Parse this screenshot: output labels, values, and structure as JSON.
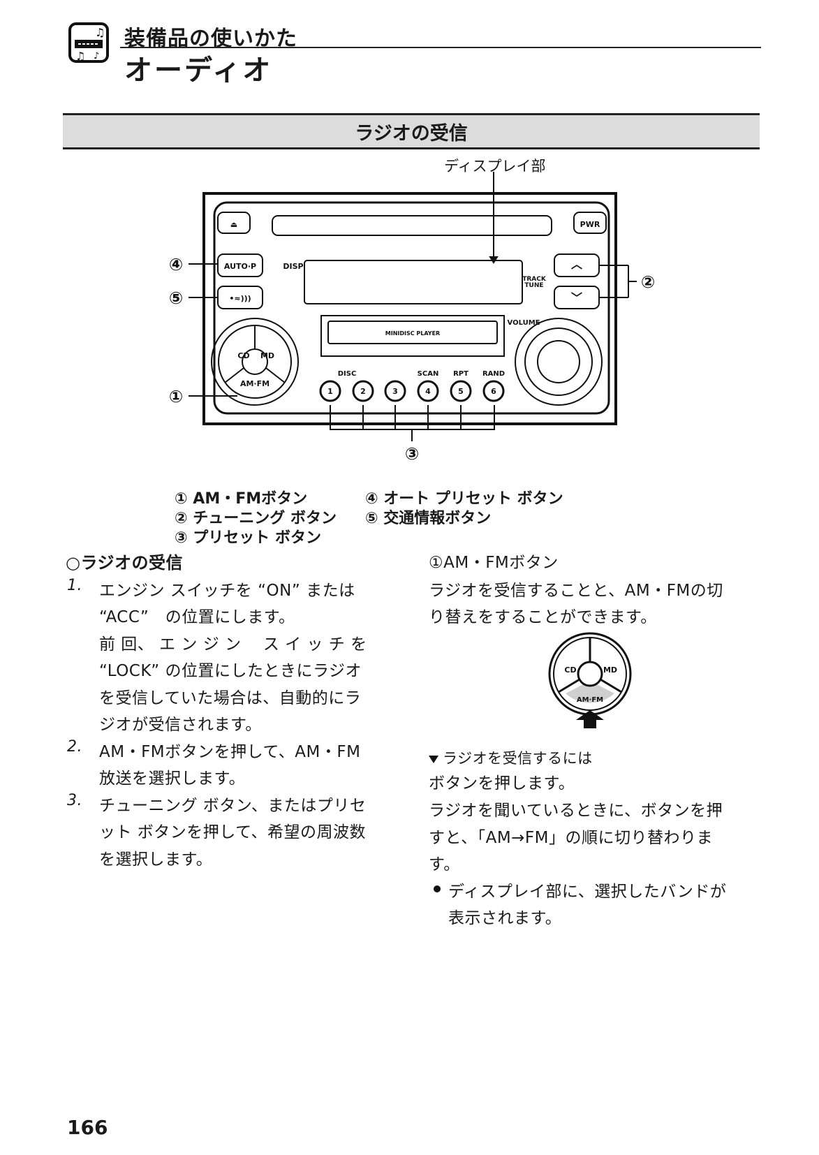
{
  "header": {
    "category": "装備品の使いかた",
    "title": "オーディオ",
    "icon": "audio-music-icon"
  },
  "section_title": "ラジオの受信",
  "diagram": {
    "display_label": "ディスプレイ部",
    "buttons": {
      "eject": "⏏",
      "pwr": "PWR",
      "auto_p": "AUTO·P",
      "traffic": "•≈)))",
      "disp": "DISP",
      "track_tune": [
        "TRACK",
        "TUNE"
      ],
      "volume": "VOLUME",
      "cd": "CD",
      "md": "MD",
      "am_fm": "AM·FM",
      "minidisc": "MINIDISC PLAYER",
      "disc": "DISC",
      "scan": "SCAN",
      "rpt": "RPT",
      "rand": "RAND",
      "presets": [
        "1",
        "2",
        "3",
        "4",
        "5",
        "6"
      ]
    },
    "callouts": [
      "①",
      "②",
      "③",
      "④",
      "⑤"
    ]
  },
  "legend": [
    "① AM・FMボタン",
    "② チューニング ボタン",
    "③ プリセット ボタン",
    "④ オート プリセット ボタン",
    "⑤ 交通情報ボタン"
  ],
  "left": {
    "heading": "○ラジオの受信",
    "steps": [
      {
        "num": "1.",
        "lines": [
          "エンジン スイッチを “ON” または",
          "“ACC”　の位置にします。",
          "前 回、 エ ン ジ ン　 ス イ ッ チ を",
          "“LOCK” の位置にしたときにラジオ",
          "を受信していた場合は、自動的にラ",
          "ジオが受信されます。"
        ]
      },
      {
        "num": "2.",
        "lines": [
          "AM・FMボタンを押して、AM・FM",
          "放送を選択します。"
        ]
      },
      {
        "num": "3.",
        "lines": [
          "チューニング ボタン、またはプリセ",
          "ット ボタンを押して、希望の周波数",
          "を選択します。"
        ]
      }
    ]
  },
  "right": {
    "heading": "①AM・FMボタン",
    "intro": [
      "ラジオを受信することと、AM・FMの切",
      "り替えをすることができます。"
    ],
    "figure_labels": {
      "cd": "CD",
      "md": "MD",
      "am_fm": "AM·FM"
    },
    "sub_heading": "ラジオを受信するには",
    "body": [
      "ボタンを押します。",
      "ラジオを聞いているときに、ボタンを押",
      "すと、「AM→FM」の順に切り替わりま",
      "す。"
    ],
    "bullet": [
      "ディスプレイ部に、選択したバンドが",
      "表示されます。"
    ]
  },
  "page_number": "166"
}
